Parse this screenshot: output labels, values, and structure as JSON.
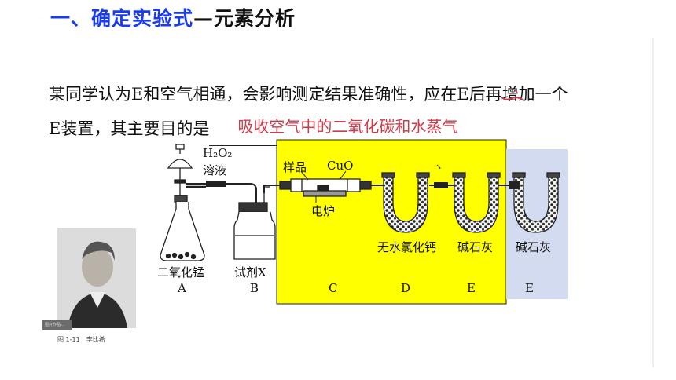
{
  "heading": {
    "part1": "一、确定实验式",
    "part2": "—元素分析"
  },
  "question": {
    "line1": "某同学认为E和空气相通，会影响测定结果准确性，应在E后再增加一个",
    "line2_prefix": "E装置，其主要目的是",
    "answer": "吸收空气中的二氧化碳和水蒸气"
  },
  "apparatus": {
    "reagent_top": "H₂O₂",
    "reagent_bottom": "溶液",
    "sample": "样品",
    "cuo": "CuO",
    "furnace": "电炉",
    "a_content": "二氧化锰",
    "b_content": "试剂X",
    "d_content": "无水氯化钙",
    "e_content": "碱石灰",
    "e2_content": "碱石灰",
    "letters": [
      "A",
      "B",
      "C",
      "D",
      "E",
      "E"
    ]
  },
  "figure": {
    "caption": "图 1-11　李比希",
    "badge": "图片作品..."
  },
  "colors": {
    "title_blue": "#1a3cf0",
    "answer_red": "#d03a4a",
    "box_yellow": "#ffff00",
    "box_blue": "#d2dbef"
  }
}
